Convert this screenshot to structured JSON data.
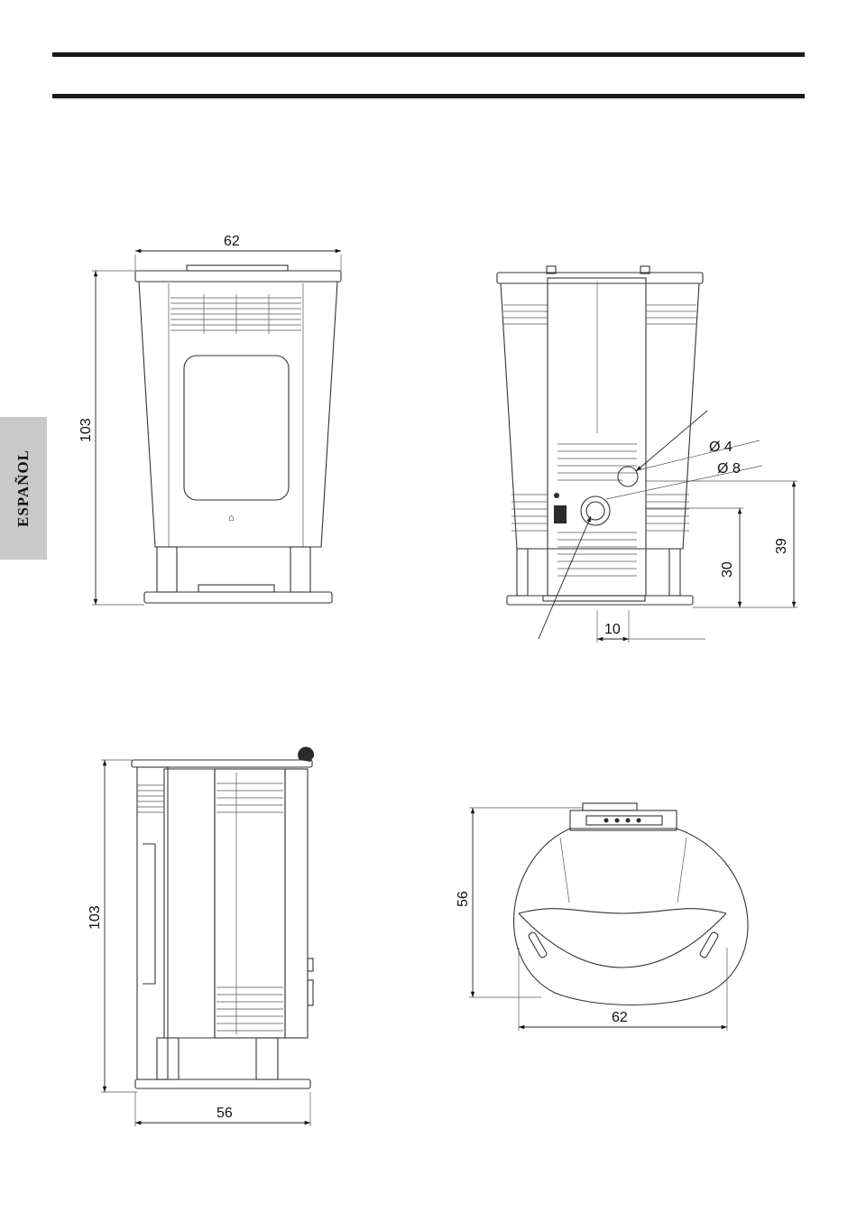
{
  "section_label": "ESPAÑOL",
  "front_view": {
    "width": "62",
    "height": "103"
  },
  "rear_view": {
    "diameter_small": "Ø 4",
    "diameter_large": "Ø 8",
    "offset": "10",
    "outlet_height_low": "30",
    "outlet_height_high": "39"
  },
  "side_view": {
    "height": "103",
    "depth": "56"
  },
  "top_view": {
    "depth": "56",
    "width": "62"
  }
}
